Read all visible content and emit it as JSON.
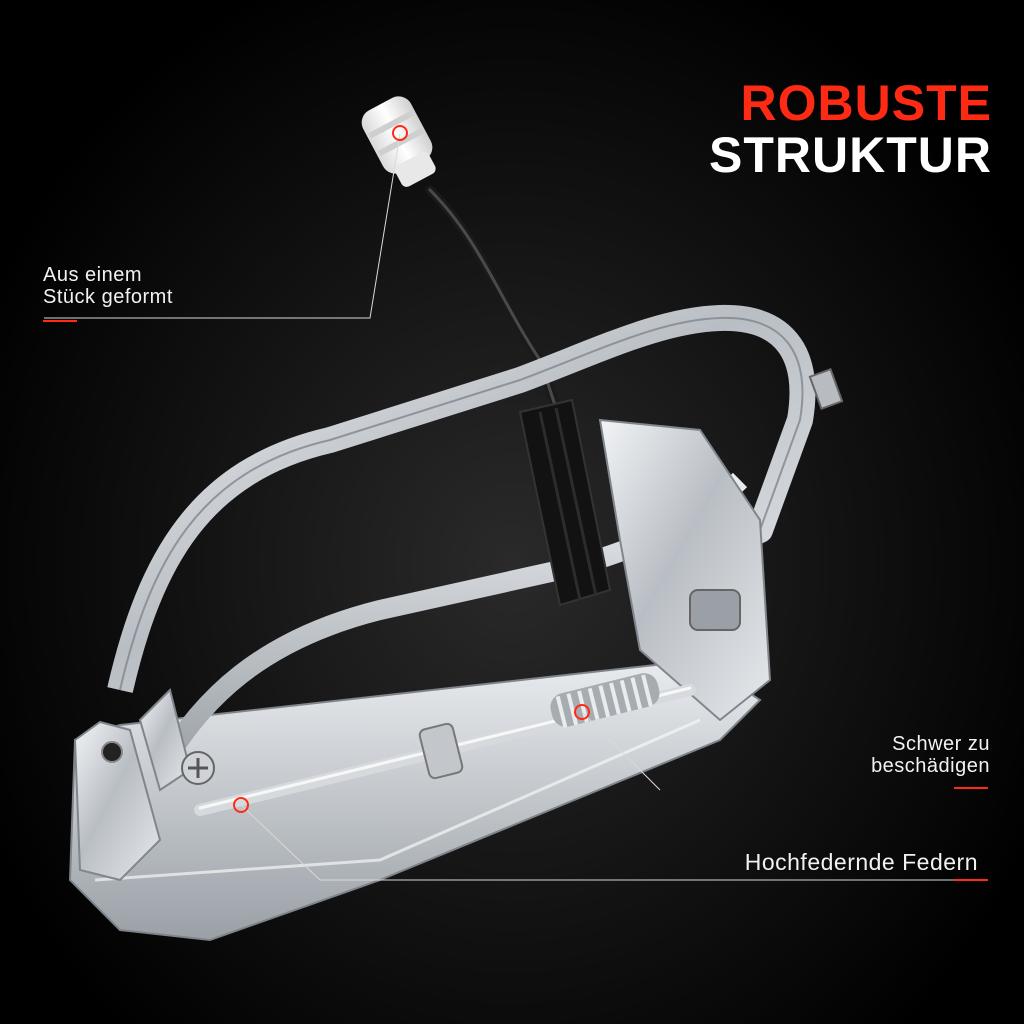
{
  "headline": {
    "line1": "ROBUSTE",
    "line2": "STRUKTUR"
  },
  "callouts": {
    "one_piece": {
      "line1": "Aus einem",
      "line2": "Stück geformt"
    },
    "hard_to_damage": {
      "line1": "Schwer zu",
      "line2": "beschädigen"
    },
    "springs": {
      "text": "Hochfedernde Federn"
    }
  },
  "colors": {
    "background": "#000000",
    "accent_red": "#ff2a14",
    "text_white": "#ffffff",
    "metal": "#c8ccd0"
  }
}
